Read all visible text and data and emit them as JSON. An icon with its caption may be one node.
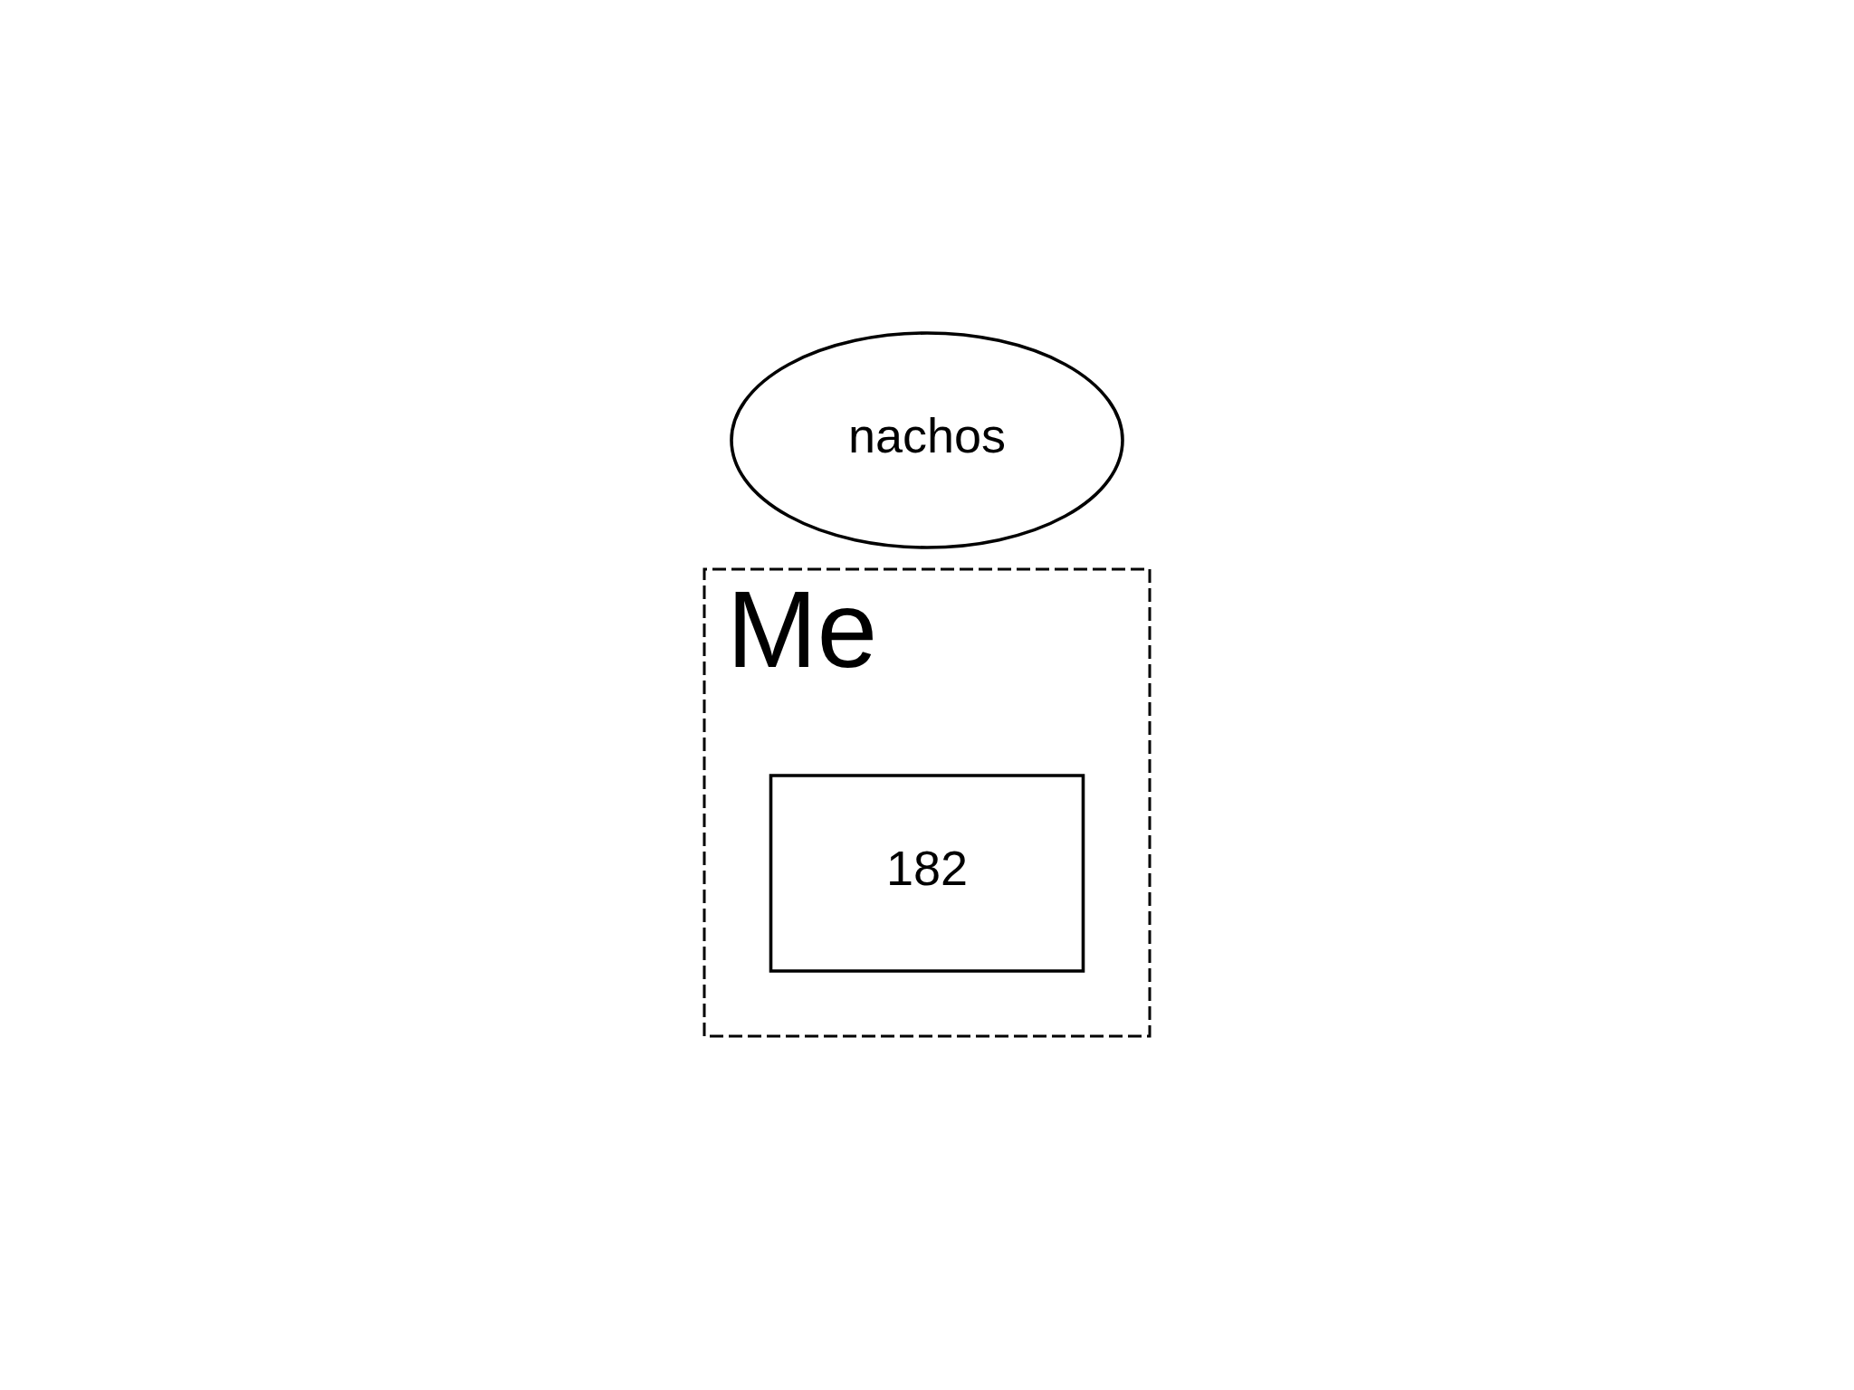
{
  "diagram": {
    "nodes": [
      {
        "text": [
          "nachos"
        ]
      },
      {
        "text": [
          "Me"
        ]
      },
      {
        "text": [
          "182"
        ],
        "in": 1
      }
    ]
  }
}
